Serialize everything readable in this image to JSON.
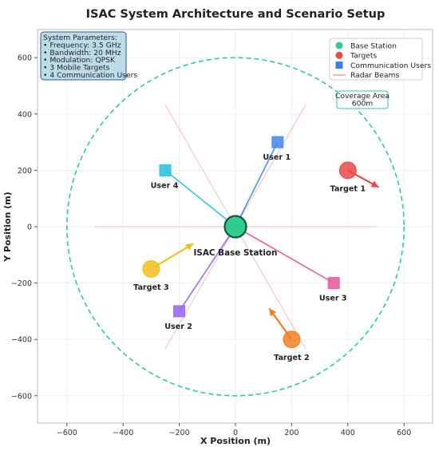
{
  "chart_data": {
    "type": "scatter",
    "title": "ISAC System Architecture and Scenario Setup",
    "xlabel": "X Position (m)",
    "ylabel": "Y Position (m)",
    "xlim": [
      -700,
      700
    ],
    "ylim": [
      -700,
      700
    ],
    "xticks": [
      -600,
      -400,
      -200,
      0,
      200,
      400,
      600
    ],
    "yticks": [
      -600,
      -400,
      -200,
      0,
      200,
      400,
      600
    ],
    "grid": true,
    "legend_position": "top-right",
    "legend": [
      {
        "label": "Base Station",
        "marker": "circle",
        "color": "#2ecc8f"
      },
      {
        "label": "Targets",
        "marker": "circle",
        "color": "#e84a4a"
      },
      {
        "label": "Communication Users",
        "marker": "square",
        "color": "#3a7de8"
      },
      {
        "label": "Radar Beams",
        "marker": "line",
        "color": "#f4a0a0"
      }
    ],
    "info_box": {
      "lines": [
        "System Parameters:",
        "• Frequency: 3.5 GHz",
        "• Bandwidth: 20 MHz",
        "• Modulation: QPSK",
        "• 3 Mobile Targets",
        "• 4 Communication Users"
      ]
    },
    "coverage": {
      "radius": 600,
      "label_lines": [
        "Coverage Area",
        "600m"
      ],
      "color": "#2ecc8f"
    },
    "base_station": {
      "name": "ISAC Base Station",
      "x": 0,
      "y": 0,
      "color": "#2ecc8f"
    },
    "users": [
      {
        "name": "User 1",
        "x": 150,
        "y": 300,
        "color": "#4a8ef0"
      },
      {
        "name": "User 2",
        "x": -200,
        "y": -300,
        "color": "#9b6bef"
      },
      {
        "name": "User 3",
        "x": 350,
        "y": -200,
        "color": "#ea5fa0"
      },
      {
        "name": "User 4",
        "x": -250,
        "y": 200,
        "color": "#2ec4e0"
      }
    ],
    "targets": [
      {
        "name": "Target 1",
        "x": 400,
        "y": 200,
        "vx": 110,
        "vy": -60,
        "color": "#e84a4a"
      },
      {
        "name": "Target 2",
        "x": 200,
        "y": -400,
        "vx": -80,
        "vy": 110,
        "color": "#f07f22"
      },
      {
        "name": "Target 3",
        "x": -300,
        "y": -150,
        "vx": 150,
        "vy": 90,
        "color": "#f0c020"
      }
    ],
    "radar_beams": [
      {
        "angle_deg": 0,
        "length": 500
      },
      {
        "angle_deg": 60,
        "length": 500
      },
      {
        "angle_deg": 120,
        "length": 500
      },
      {
        "angle_deg": 180,
        "length": 500
      },
      {
        "angle_deg": 240,
        "length": 500
      },
      {
        "angle_deg": 300,
        "length": 500
      }
    ]
  }
}
